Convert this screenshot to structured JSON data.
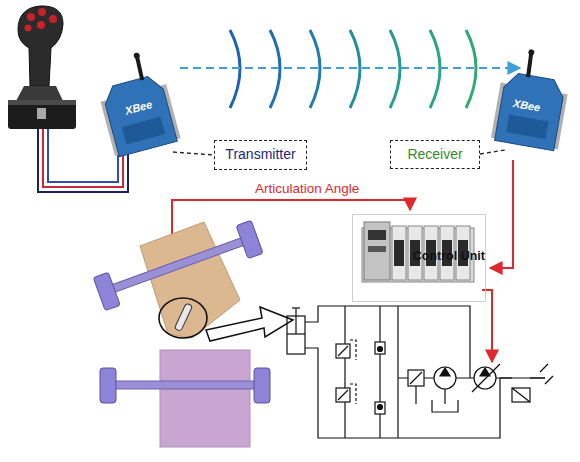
{
  "diagram": {
    "nodes": [
      {
        "text": [
          "Transmitter"
        ]
      },
      {
        "text": [
          "Receiver"
        ]
      },
      {
        "text": [
          "Control Unit"
        ]
      }
    ],
    "labels": [
      "Articulation Angle",
      "XBee",
      "XBee"
    ]
  }
}
